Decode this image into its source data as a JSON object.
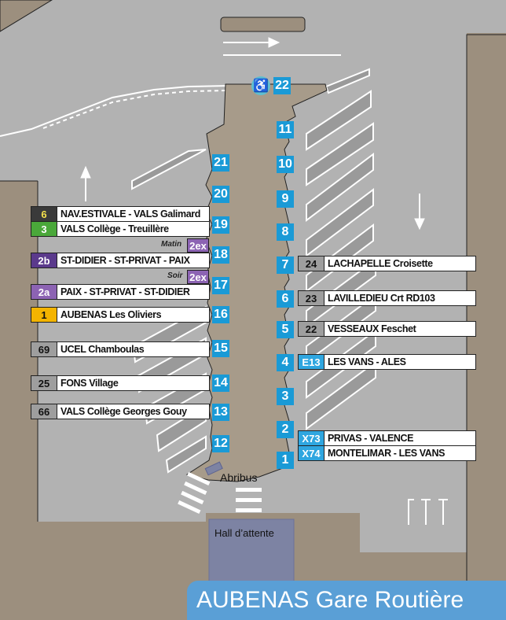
{
  "title": "AUBENAS Gare Routière",
  "places": {
    "abribus": "Abribus",
    "hall": "Hall d’attente"
  },
  "accessibility_icon": "wheelchair-icon",
  "colors": {
    "quai": "#1a9ad6",
    "line6": "#3a3a3a",
    "line3": "#4aa83a",
    "line2": "#5b3a8c",
    "line2a": "#8c63b3",
    "line1": "#f4b400",
    "grey_line": "#9e9e9e",
    "regional": "#2fa6e0"
  },
  "quais": [
    "1",
    "2",
    "3",
    "4",
    "5",
    "6",
    "7",
    "8",
    "9",
    "10",
    "11",
    "12",
    "13",
    "14",
    "15",
    "16",
    "17",
    "18",
    "19",
    "20",
    "21",
    "22"
  ],
  "left_lines": [
    {
      "code": "6",
      "dest": "NAV.ESTIVALE - VALS Galimard",
      "quai": "19"
    },
    {
      "code": "3",
      "dest": "VALS Collège - Treuillère",
      "quai": "19"
    },
    {
      "code": "2b",
      "dest": "ST-DIDIER - ST-PRIVAT - PAIX",
      "quai": "18"
    },
    {
      "code": "2a",
      "dest": "PAIX - ST-PRIVAT - ST-DIDIER",
      "quai": "17"
    },
    {
      "code": "1",
      "dest": "AUBENAS Les Oliviers",
      "quai": "16"
    },
    {
      "code": "69",
      "dest": "UCEL Chamboulas",
      "quai": "15"
    },
    {
      "code": "25",
      "dest": "FONS Village",
      "quai": "14"
    },
    {
      "code": "66",
      "dest": "VALS Collège Georges Gouy",
      "quai": "13"
    }
  ],
  "extras": [
    {
      "when": "Matin",
      "code": "2ex",
      "quai": "18"
    },
    {
      "when": "Soir",
      "code": "2ex",
      "quai": "17"
    }
  ],
  "right_lines": [
    {
      "code": "24",
      "dest": "LACHAPELLE Croisette",
      "quai": "7"
    },
    {
      "code": "23",
      "dest": "LAVILLEDIEU Crt RD103",
      "quai": "6"
    },
    {
      "code": "22",
      "dest": "VESSEAUX Feschet",
      "quai": "5"
    },
    {
      "code": "E13",
      "dest": "LES VANS - ALES",
      "quai": "4"
    },
    {
      "code": "X73",
      "dest": "PRIVAS - VALENCE",
      "quai": "1"
    },
    {
      "code": "X74",
      "dest": "MONTELIMAR - LES VANS",
      "quai": "1"
    }
  ]
}
